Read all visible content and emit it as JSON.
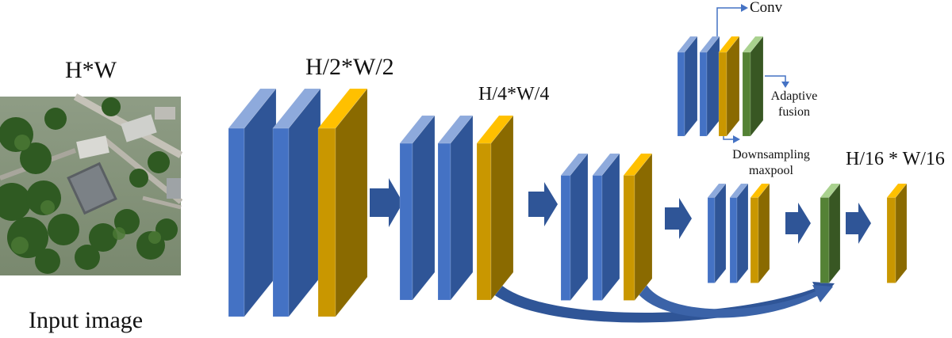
{
  "input_label": "Input image",
  "size_labels": {
    "input": "H*W",
    "stage1": "H/2*W/2",
    "stage2": "H/4*W/4",
    "output": "H/16 * W/16"
  },
  "legend": {
    "conv": "Conv",
    "adaptive_fusion_line1": "Adaptive",
    "adaptive_fusion_line2": "fusion",
    "downsampling_line1": "Downsampling",
    "downsampling_line2": "maxpool"
  },
  "colors": {
    "conv_block": "#4472c4",
    "downsampling_block": "#c99700",
    "fusion_block": "#548235",
    "arrow": "#2f5597"
  }
}
